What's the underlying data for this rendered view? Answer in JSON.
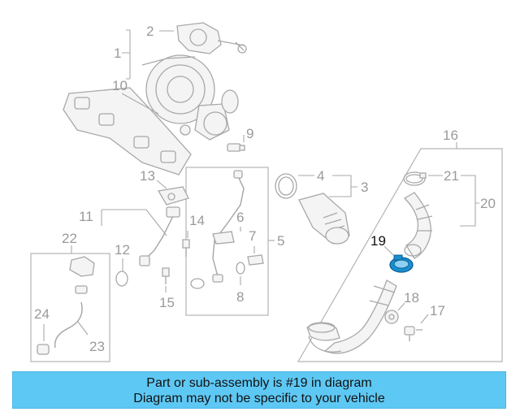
{
  "labels": {
    "c1": "1",
    "c2": "2",
    "c3": "3",
    "c4": "4",
    "c5": "5",
    "c6": "6",
    "c7": "7",
    "c8": "8",
    "c9": "9",
    "c10": "10",
    "c11": "11",
    "c12": "12",
    "c13": "13",
    "c14": "14",
    "c15": "15",
    "c16": "16",
    "c17": "17",
    "c18": "18",
    "c19": "19",
    "c20": "20",
    "c21": "21",
    "c22": "22",
    "c23": "23",
    "c24": "24"
  },
  "highlight": {
    "callout": "19",
    "color": "#1a8fd0"
  },
  "colors": {
    "banner": "#5ec8f4",
    "line": "#a8a8a8"
  },
  "banner": {
    "line1": "Part or sub-assembly is #19 in diagram",
    "line2": "Diagram may not be specific to your vehicle"
  }
}
